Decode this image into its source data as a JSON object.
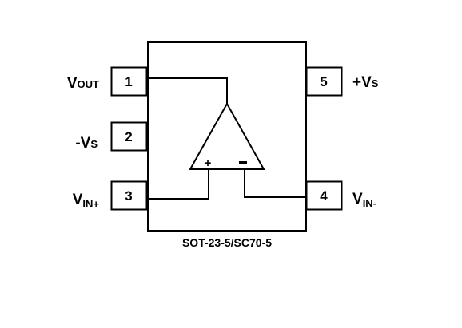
{
  "package": {
    "name": "SOT-23-5/SC70-5"
  },
  "pins": [
    {
      "number": "1",
      "name": "V",
      "sub": "OUT"
    },
    {
      "number": "2",
      "name": "-V",
      "sub": "S"
    },
    {
      "number": "3",
      "name": "V",
      "sub": "IN+"
    },
    {
      "number": "4",
      "name": "V",
      "sub": "IN-"
    },
    {
      "number": "5",
      "name": "+V",
      "sub": "S"
    }
  ],
  "opamp": {
    "plus_symbol": "+",
    "minus_symbol": "−"
  }
}
